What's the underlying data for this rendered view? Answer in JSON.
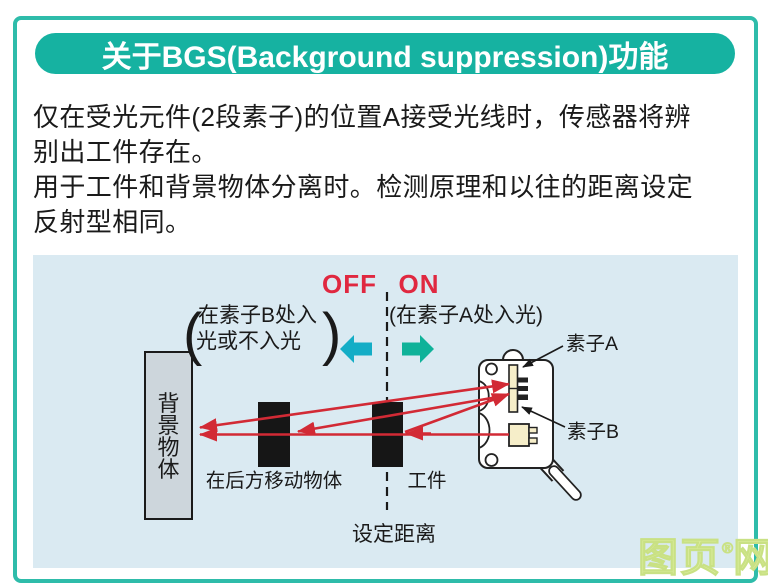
{
  "title": "关于BGS(Background suppression)功能",
  "description": {
    "lines": [
      "仅在受光元件(2段素子)的位置A接受光线时，传感器将辨",
      "别出工件存在。",
      "用于工件和背景物体分离时。检测原理和以往的距离设定",
      "反射型相同。"
    ]
  },
  "diagram": {
    "off_label": "OFF",
    "on_label": "ON",
    "paren_open": "(",
    "paren_close": ")",
    "off_note_line1": "在素子B处入",
    "off_note_line2": "光或不入光",
    "on_note": "(在素子A处入光)",
    "element_a_label": "素子A",
    "element_b_label": "素子B",
    "background_object_chars": [
      "背",
      "景",
      "物",
      "体"
    ],
    "rear_object_label": "在后方移动物体",
    "workpiece_label": "工件",
    "set_distance_label": "设定距离"
  },
  "watermark": {
    "text_left": "图页",
    "registered": "®",
    "text_right": "网"
  },
  "colors": {
    "frame_teal": "#2ebcaa",
    "title_bar_teal": "#16b2a1",
    "diagram_background": "#daeaf2",
    "state_label_red": "#e02840",
    "beam_red": "#d22a35",
    "arrow_left_cyan": "#14adc6",
    "arrow_right_teal": "#0fb299",
    "background_object_gray": "#cdd6dc",
    "element_cream": "#f6eec9",
    "watermark_green": "#dcee9f"
  }
}
